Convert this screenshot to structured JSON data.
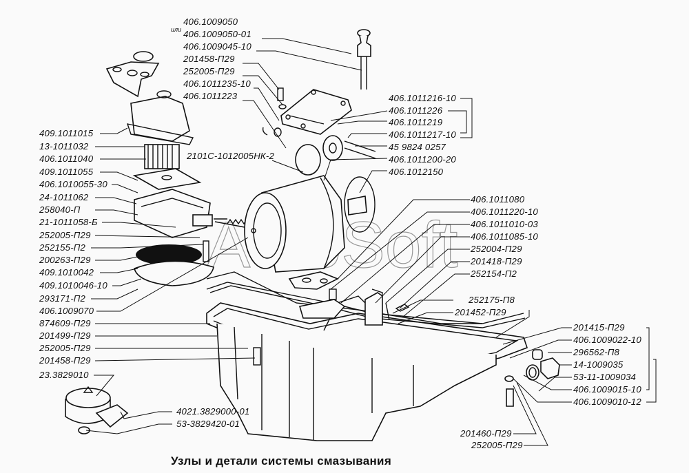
{
  "title": "Узлы и детали системы смазывания",
  "watermark": "AutoSoft",
  "alt_word": "или",
  "labels_top": [
    "406.1009050",
    "406.1009050-01",
    "406.1009045-10",
    "201458-П29",
    "252005-П29",
    "406.1011235-10",
    "406.1011223"
  ],
  "labels_left": [
    "409.1011015",
    "13-1011032",
    "406.1011040",
    "409.1011055",
    "406.1010055-30",
    "24-1011062",
    "258040-П",
    "21-1011058-Б",
    "252005-П29",
    "252155-П2",
    "200263-П29",
    "409.1010042",
    "409.1010046-10",
    "293171-П2",
    "406.1009070",
    "874609-П29",
    "201499-П29",
    "252005-П29",
    "201458-П29",
    "23.3829010"
  ],
  "label_center": "2101С-1012005НК-2",
  "labels_right_top": [
    "406.1011216-10",
    "406.1011226",
    "406.1011219",
    "406.1011217-10",
    "45 9824 0257",
    "406.1011200-20",
    "406.1012150"
  ],
  "labels_right_mid": [
    "406.1011080",
    "406.1011220-10",
    "406.1011010-03",
    "406.1011085-10",
    "252004-П29",
    "201418-П29",
    "252154-П2",
    "252175-П8",
    "201452-П29"
  ],
  "labels_right_bottom": [
    "201415-П29",
    "406.1009022-10",
    "296562-П8",
    "14-1009035",
    "53-11-1009034",
    "406.1009015-10",
    "406.1009010-12"
  ],
  "labels_sensor": [
    "4021.3829000-01",
    "53-3829420-01"
  ],
  "labels_bottom": [
    "201460-П29",
    "252005-П29"
  ]
}
